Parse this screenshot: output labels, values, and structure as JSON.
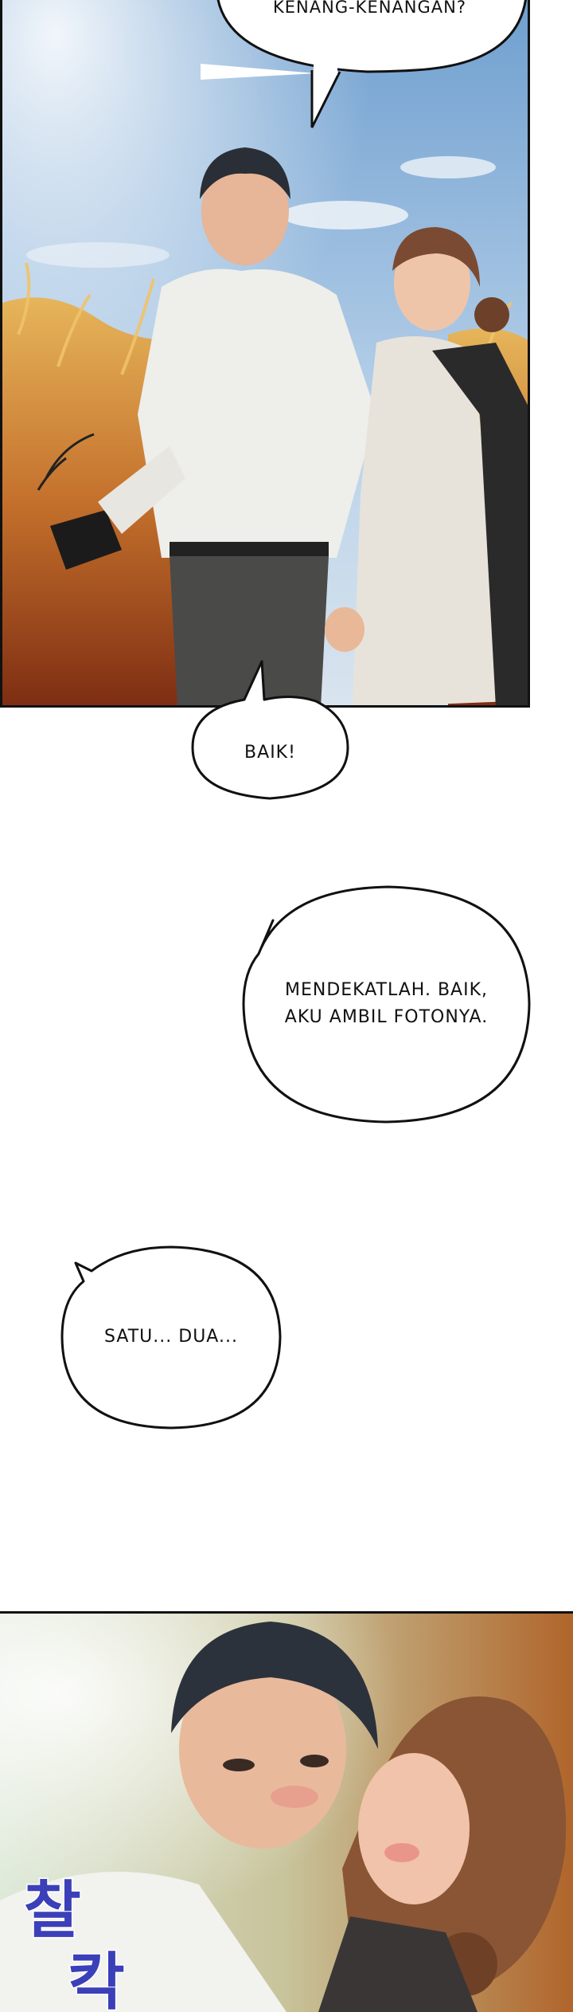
{
  "bubbles": {
    "top": "KENANG-KENANGAN?",
    "baik": "BAIK!",
    "mendekat": "MENDEKATLAH. BAIK,\nAKU AMBIL FOTONYA.",
    "satu": "SATU... DUA..."
  },
  "sfx": {
    "line1": "찰",
    "line2": "칵"
  },
  "colors": {
    "sky": "#8fb6dd",
    "field": "#c9782c",
    "shirt": "#eeeeea",
    "dress": "#e7e3da",
    "sfx": "#3b3fb8"
  }
}
